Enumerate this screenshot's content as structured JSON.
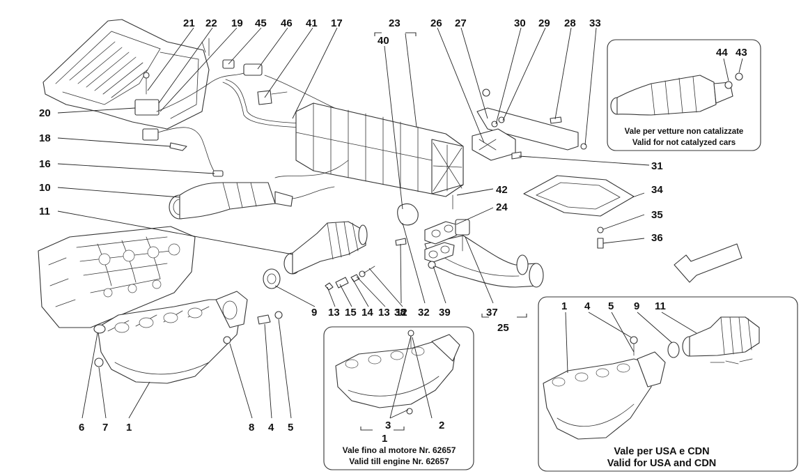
{
  "callouts": {
    "c21": "21",
    "c22": "22",
    "c19": "19",
    "c45": "45",
    "c46": "46",
    "c41": "41",
    "c17": "17",
    "c23": "23",
    "c40": "40",
    "c26": "26",
    "c27": "27",
    "c30": "30",
    "c29": "29",
    "c28": "28",
    "c33": "33",
    "c44": "44",
    "c43": "43",
    "c20": "20",
    "c18": "18",
    "c16": "16",
    "c10": "10",
    "c11": "11",
    "c31": "31",
    "c34": "34",
    "c35": "35",
    "c36": "36",
    "c42": "42",
    "c24": "24",
    "c38": "38",
    "c32": "32",
    "c39": "39",
    "c37": "37",
    "c25": "25",
    "c9": "9",
    "c13a": "13",
    "c15": "15",
    "c14": "14",
    "c13b": "13",
    "c12": "12",
    "c6": "6",
    "c7": "7",
    "c1": "1",
    "c8": "8",
    "c4": "4",
    "c5": "5",
    "i1_3": "3",
    "i1_2": "2",
    "i1_1": "1",
    "i2_1": "1",
    "i2_4": "4",
    "i2_5": "5",
    "i2_9": "9",
    "i2_11": "11"
  },
  "inset_catalyst": {
    "caption_it": "Vale per vetture non catalizzate",
    "caption_en": "Valid for not catalyzed cars"
  },
  "inset_engine": {
    "caption_it": "Vale fino al motore Nr. 62657",
    "caption_en": "Valid till engine Nr. 62657"
  },
  "inset_usa": {
    "caption_it": "Vale per USA e CDN",
    "caption_en": "Valid for USA and CDN"
  }
}
